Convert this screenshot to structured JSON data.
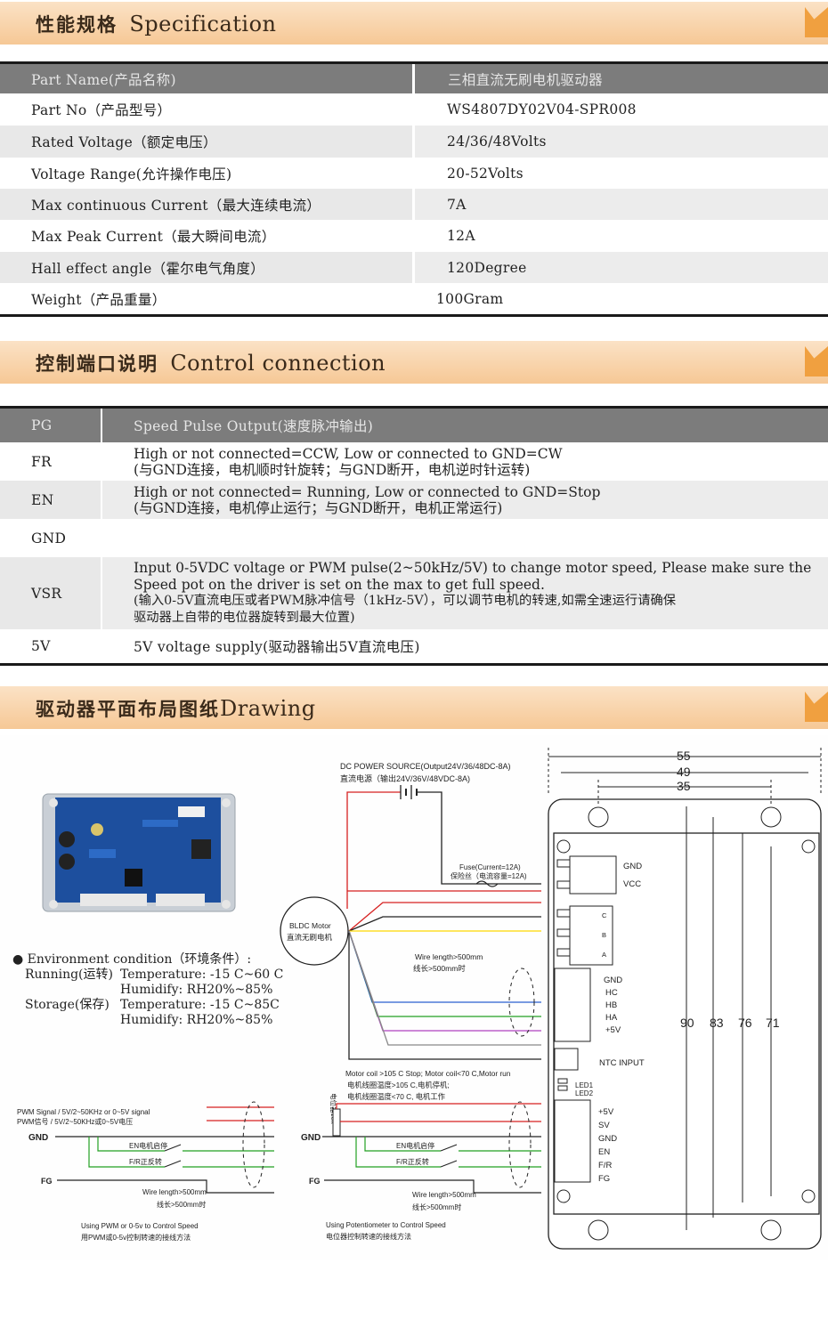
{
  "sections": {
    "spec": {
      "title_cn": "性能规格",
      "title_en": "Specification"
    },
    "control": {
      "title_cn": "控制端口说明",
      "title_en": "Control connection"
    },
    "drawing": {
      "title_cn": "驱动器平面布局图纸",
      "title_en": "Drawing"
    }
  },
  "spec_table": {
    "header": {
      "label": "Part Name(产品名称)",
      "value": "三相直流无刷电机驱动器"
    },
    "rows": [
      {
        "label": "Part No（产品型号）",
        "value": "WS4807DY02V04-SPR008"
      },
      {
        "label": "Rated Voltage（额定电压）",
        "value": "24/36/48Volts"
      },
      {
        "label": "Voltage Range(允许操作电压)",
        "value": "20-52Volts"
      },
      {
        "label": "Max continuous Current（最大连续电流）",
        "value": "7A"
      },
      {
        "label": "Max Peak Current（最大瞬间电流）",
        "value": "12A"
      },
      {
        "label": "Hall effect angle（霍尔电气角度）",
        "value": "120Degree"
      },
      {
        "label": "Weight（产品重量）",
        "value": "100Gram"
      }
    ]
  },
  "control_table": {
    "header": {
      "label": "PG",
      "value": "Speed Pulse Output(速度脉冲输出)"
    },
    "rows": [
      {
        "label": "FR",
        "line1": "High or not connected=CCW, Low or connected to GND=CW",
        "line2": "(与GND连接，电机顺时针旋转；与GND断开，电机逆时针运转)"
      },
      {
        "label": "EN",
        "line1": "High or not connected= Running, Low or connected to GND=Stop",
        "line2": "(与GND连接，电机停止运行；与GND断开，电机正常运行)"
      },
      {
        "label": "GND",
        "line1": "",
        "line2": ""
      },
      {
        "label": "VSR",
        "line1": "Input 0-5VDC voltage or PWM pulse(2~50kHz/5V) to change motor speed, Please make sure the",
        "line2": "Speed pot on the driver is set on the max to get full speed.",
        "line3": "(输入0-5V直流电压或者PWM脉冲信号（1kHz-5V），可以调节电机的转速,如需全速运行请确保",
        "line4": "驱动器上自带的电位器旋转到最大位置)"
      },
      {
        "label": "5V",
        "line1": "5V voltage supply(驱动器输出5V直流电压)"
      }
    ]
  },
  "environment": {
    "title": "Environment condition（环境条件）:",
    "running_label": "Running(运转)",
    "running_temp": "Temperature: -15 C~60 C",
    "running_humid": "Humidify: RH20%~85%",
    "storage_label": "Storage(保存)",
    "storage_temp": "Temperature: -15 C~85C",
    "storage_humid": "Humidify: RH20%~85%"
  },
  "diagram": {
    "dc_source_en": "DC POWER SOURCE(Output24V/36/48DC-8A)",
    "dc_source_cn": "直流电源（输出24V/36V/48VDC-8A)",
    "fuse_en": "Fuse(Current=12A)",
    "fuse_cn": "保险丝（电流容量=12A)",
    "motor_en": "BLDC Motor",
    "motor_cn": "直流无刷电机",
    "wire_en": "Wire length>500mm",
    "wire_cn": "线长>500mm时",
    "coil_en": "Motor coil >105 C Stop; Motor coil<70 C,Motor run",
    "coil_cn1": "电机线圈温度>105 C,电机停机;",
    "coil_cn2": "电机线圈温度<70 C, 电机工作",
    "pwm_en": "PWM Signal / 5V/2~50KHz or 0~5V signal",
    "pwm_cn": "PWM信号 / 5V/2~50KHz或0~5V电压",
    "gnd": "GND",
    "fg": "FG",
    "en_sw": "EN电机启停",
    "fr_sw": "F/R正反转",
    "pot_label": "电位器10k",
    "pwm_caption_en": "Using PWM or 0-5v to Control Speed",
    "pwm_caption_cn": "用PWM或0-5v控制转速的接线方法",
    "pot_caption_en": "Using Potentiometer to Control Speed",
    "pot_caption_cn": "电位器控制转速的接线方法",
    "dims_top": [
      "55",
      "49",
      "35"
    ],
    "dims_side": [
      "90",
      "83",
      "76",
      "71"
    ],
    "pins_power": [
      "GND",
      "VCC"
    ],
    "pins_motor": [
      "C",
      "B",
      "A"
    ],
    "pins_hall": [
      "GND",
      "HC",
      "HB",
      "HA",
      "+5V"
    ],
    "ntc": "NTC INPUT",
    "leds": [
      "LED1",
      "LED2"
    ],
    "pins_ctrl": [
      "+5V",
      "SV",
      "GND",
      "EN",
      "F/R",
      "FG"
    ],
    "wire_colors": [
      "#d62020",
      "#222222",
      "#ffd700",
      "#2a5fd0",
      "#22a022",
      "#b040c0",
      "#888888"
    ]
  }
}
